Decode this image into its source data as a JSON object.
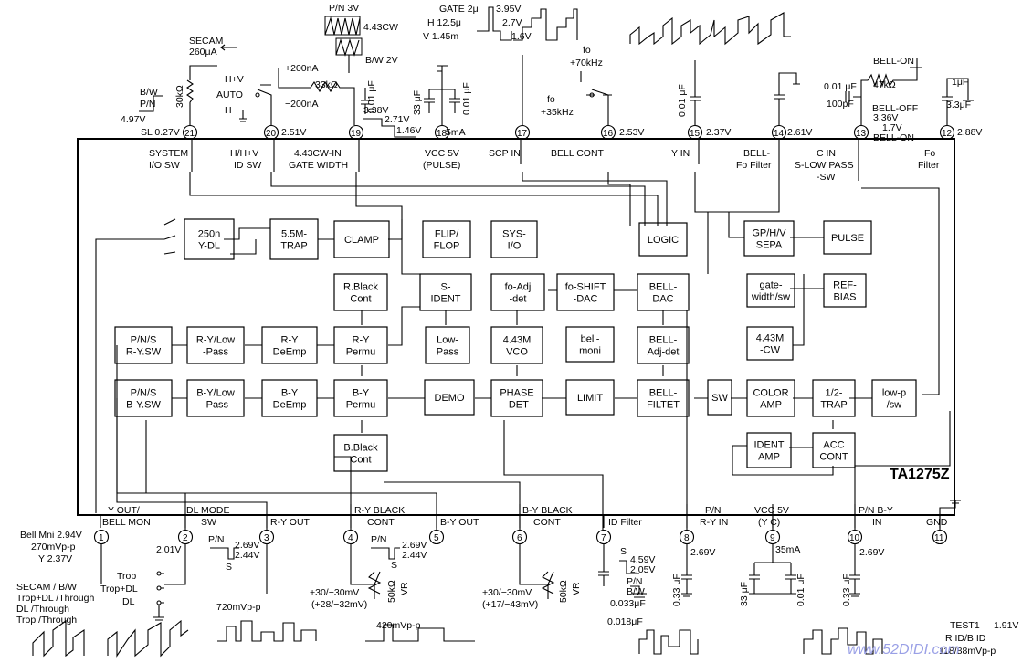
{
  "chip": {
    "name": "TA1275Z"
  },
  "blocks": [
    {
      "id": "ydl",
      "lines": [
        "250n",
        "Y-DL"
      ]
    },
    {
      "id": "trap55",
      "lines": [
        "5.5M-",
        "TRAP"
      ]
    },
    {
      "id": "clamp",
      "lines": [
        "CLAMP"
      ]
    },
    {
      "id": "flipflop",
      "lines": [
        "FLIP/",
        "FLOP"
      ]
    },
    {
      "id": "sysio",
      "lines": [
        "SYS-",
        "I/O"
      ]
    },
    {
      "id": "logic",
      "lines": [
        "LOGIC"
      ]
    },
    {
      "id": "gphv",
      "lines": [
        "GP/H/V",
        "SEPA"
      ]
    },
    {
      "id": "pulse",
      "lines": [
        "PULSE"
      ]
    },
    {
      "id": "rblack",
      "lines": [
        "R.Black",
        "Cont"
      ]
    },
    {
      "id": "sident",
      "lines": [
        "S-",
        "IDENT"
      ]
    },
    {
      "id": "foadj",
      "lines": [
        "fo-Adj",
        "-det"
      ]
    },
    {
      "id": "foshift",
      "lines": [
        "fo-SHIFT",
        "-DAC"
      ]
    },
    {
      "id": "belldac",
      "lines": [
        "BELL-",
        "DAC"
      ]
    },
    {
      "id": "gatewidth",
      "lines": [
        "gate-",
        "width/sw"
      ]
    },
    {
      "id": "refbias",
      "lines": [
        "REF-",
        "BIAS"
      ]
    },
    {
      "id": "pnsry",
      "lines": [
        "P/N/S",
        "R-Y.SW"
      ]
    },
    {
      "id": "rylow",
      "lines": [
        "R-Y/Low",
        "-Pass"
      ]
    },
    {
      "id": "rydeemp",
      "lines": [
        "R-Y",
        "DeEmp"
      ]
    },
    {
      "id": "rypermu",
      "lines": [
        "R-Y",
        "Permu"
      ]
    },
    {
      "id": "lowpass",
      "lines": [
        "Low-",
        "Pass"
      ]
    },
    {
      "id": "vco",
      "lines": [
        "4.43M",
        "VCO"
      ]
    },
    {
      "id": "bellmoni",
      "lines": [
        "bell-",
        "moni"
      ]
    },
    {
      "id": "belladj",
      "lines": [
        "BELL-",
        "Adj-det"
      ]
    },
    {
      "id": "cw443",
      "lines": [
        "4.43M",
        "-CW"
      ]
    },
    {
      "id": "pnsby",
      "lines": [
        "P/N/S",
        "B-Y.SW"
      ]
    },
    {
      "id": "bylow",
      "lines": [
        "B-Y/Low",
        "-Pass"
      ]
    },
    {
      "id": "bydeemp",
      "lines": [
        "B-Y",
        "DeEmp"
      ]
    },
    {
      "id": "bypermu",
      "lines": [
        "B-Y",
        "Permu"
      ]
    },
    {
      "id": "demo",
      "lines": [
        "DEMO"
      ]
    },
    {
      "id": "phasedet",
      "lines": [
        "PHASE",
        "-DET"
      ]
    },
    {
      "id": "limit",
      "lines": [
        "LIMIT"
      ]
    },
    {
      "id": "bellfiltet",
      "lines": [
        "BELL-",
        "FILTET"
      ]
    },
    {
      "id": "sw",
      "lines": [
        "SW"
      ]
    },
    {
      "id": "coloramp",
      "lines": [
        "COLOR",
        "AMP"
      ]
    },
    {
      "id": "trap12",
      "lines": [
        "1/2-",
        "TRAP"
      ]
    },
    {
      "id": "lowpsw",
      "lines": [
        "low-p",
        "/sw"
      ]
    },
    {
      "id": "bblack",
      "lines": [
        "B.Black",
        "Cont"
      ]
    },
    {
      "id": "identamp",
      "lines": [
        "IDENT",
        "AMP"
      ]
    },
    {
      "id": "acccont",
      "lines": [
        "ACC",
        "CONT"
      ]
    }
  ],
  "top_pins": [
    {
      "n": "21",
      "label": [
        "SYSTEM",
        "I/O SW"
      ]
    },
    {
      "n": "20",
      "label": [
        "H/H+V",
        "ID SW"
      ]
    },
    {
      "n": "19",
      "label": [
        "4.43CW-IN",
        "GATE WIDTH"
      ]
    },
    {
      "n": "18",
      "label": [
        "VCC 5V",
        "(PULSE)"
      ]
    },
    {
      "n": "17",
      "label": [
        "SCP IN"
      ]
    },
    {
      "n": "16",
      "label": [
        "BELL CONT"
      ]
    },
    {
      "n": "15",
      "label": [
        "Y IN"
      ]
    },
    {
      "n": "14",
      "label": [
        "BELL-",
        "Fo Filter"
      ]
    },
    {
      "n": "13",
      "label": [
        "C IN",
        "S-LOW PASS",
        "-SW"
      ]
    },
    {
      "n": "12",
      "label": [
        "Fo",
        "Filter"
      ]
    }
  ],
  "bottom_pins": [
    {
      "n": "1",
      "label": [
        "Y OUT/",
        "BELL MON"
      ]
    },
    {
      "n": "2",
      "label": [
        "DL MODE",
        "SW"
      ]
    },
    {
      "n": "3",
      "label": [
        "R-Y OUT"
      ]
    },
    {
      "n": "4",
      "label": [
        "R-Y BLACK",
        "CONT"
      ]
    },
    {
      "n": "5",
      "label": [
        "B-Y OUT"
      ]
    },
    {
      "n": "6",
      "label": [
        "B-Y BLACK",
        "CONT"
      ]
    },
    {
      "n": "7",
      "label": [
        "ID Filter"
      ]
    },
    {
      "n": "8",
      "label": [
        "P/N",
        "R-Y IN"
      ]
    },
    {
      "n": "9",
      "label": [
        "VCC 5V",
        "(Y C)"
      ]
    },
    {
      "n": "10",
      "label": [
        "P/N B-Y",
        "IN"
      ]
    },
    {
      "n": "11",
      "label": [
        "GND"
      ]
    }
  ],
  "annotations": {
    "pn3v": "P/N 3V",
    "cw443": "4.43CW",
    "bw2v": "B/W 2V",
    "secam": "SECAM",
    "secam_i": "260μA",
    "bwpn": [
      "B/W",
      "P/N"
    ],
    "v497": "4.97V",
    "sl": "SL 0.27V",
    "r30k": "30kΩ",
    "hv": "H+V",
    "auto": "AUTO",
    "h": "H",
    "i200p": "+200nA",
    "i200m": "−200nA",
    "r33k": "33kΩ",
    "c001a": "0.01 μF",
    "v251": "2.51V",
    "v338": "3.38V",
    "v271": "2.71V",
    "v146": "1.46V",
    "gate": "GATE 2μ",
    "h125": "H 12.5μ",
    "v145": "V 1.45m",
    "v395": "3.95V",
    "v27": "2.7V",
    "v16": "1.6V",
    "c33a": "33 μF",
    "c001b": "0.01 μF",
    "i5ma": "5mA",
    "fo70": [
      "fo",
      "+70kHz"
    ],
    "fo35": [
      "fo",
      "+35kHz"
    ],
    "v253": "2.53V",
    "v237": "2.37V",
    "c001c": "0.01 μF",
    "v261": "2.61V",
    "c001d": "0.01 μF",
    "c100p": "100pF",
    "bellon": "BELL-ON",
    "r47k": "47kΩ",
    "belloff": "BELL-OFF",
    "bellon2": "BELL-ON",
    "v336": "3.36V",
    "v17": "1.7V",
    "c1u": "1μF",
    "c33b": "3.3μF",
    "v288": "2.88V",
    "bellmni": "Bell Mni 2.94V",
    "mvpp270": "270mVp-p",
    "y237": "Y 2.37V",
    "v201": "2.01V",
    "trop": "Trop",
    "tropdl": "Trop+DL",
    "dl": "DL",
    "sec_bw": [
      "SECAM / B/W",
      "Trop+DL /Through",
      "DL /Through",
      "Trop /Through"
    ],
    "pn3": "P/N",
    "s3": "S",
    "v269a": "2.69V",
    "v244a": "2.44V",
    "mvpp720": "720mVp-p",
    "pn4": "P/N",
    "s4": "S",
    "v269b": "2.69V",
    "v244b": "2.44V",
    "mv30a": "+30/−30mV",
    "mv28": "(+28/−32mV)",
    "r50ka": "50kΩ",
    "vr1": "VR",
    "mvpp420": "420mVp-p",
    "mv30b": "+30/−30mV",
    "mv17": "(+17/−43mV)",
    "r50kb": "50kΩ",
    "vr2": "VR",
    "s7": "S",
    "v459": "4.59V",
    "v205": "2.05V",
    "pnbw": [
      "P/N",
      "B/W"
    ],
    "c033": "0.033μF",
    "c018": "0.018μF",
    "v269c": "2.69V",
    "c033b": "0.33 μF",
    "c33c": "33 μF",
    "c001e": "0.01 μF",
    "i35": "35mA",
    "v269d": "2.69V",
    "c033c": "0.33 μF",
    "test1": "TEST1",
    "v191": "1.91V",
    "ridbid": "R ID/B ID",
    "mvpp118": "118/88mVp-p"
  },
  "watermark": "www.52DIDI.com"
}
